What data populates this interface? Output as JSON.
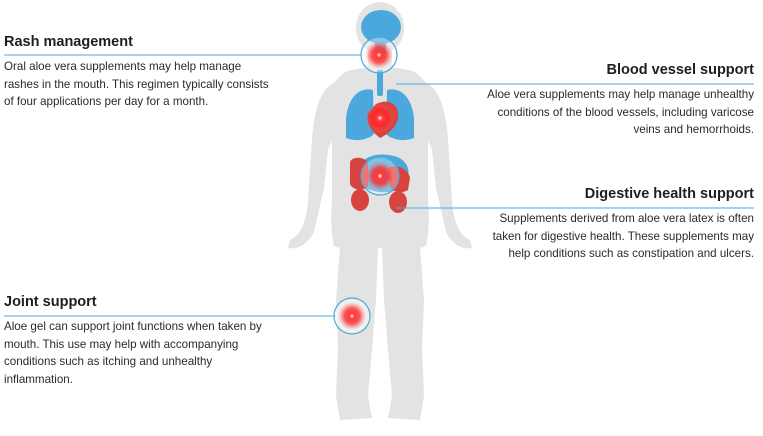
{
  "colors": {
    "body": "#e3e3e3",
    "organ_blue": "#4aa8dc",
    "organ_red": "#d9433f",
    "leader_line": "#4aa8dc",
    "hotspot": "#ff2a2a"
  },
  "callouts": {
    "rash": {
      "title": "Rash management",
      "text": "Oral aloe vera supplements may help manage rashes in the mouth. This regimen typically consists of four applications per day for a month."
    },
    "blood": {
      "title": "Blood vessel support",
      "text": "Aloe vera supplements may help manage unhealthy conditions of the blood vessels, including varicose veins and hemorrhoids."
    },
    "digestive": {
      "title": "Digestive health support",
      "text": "Supplements derived from aloe vera latex is often taken for digestive health. These supplements may help conditions such as constipation and ulcers."
    },
    "joint": {
      "title": "Joint support",
      "text": "Aloe gel can support joint functions when taken by mouth. This use may help with accompanying conditions such as itching and unhealthy inflammation."
    }
  }
}
